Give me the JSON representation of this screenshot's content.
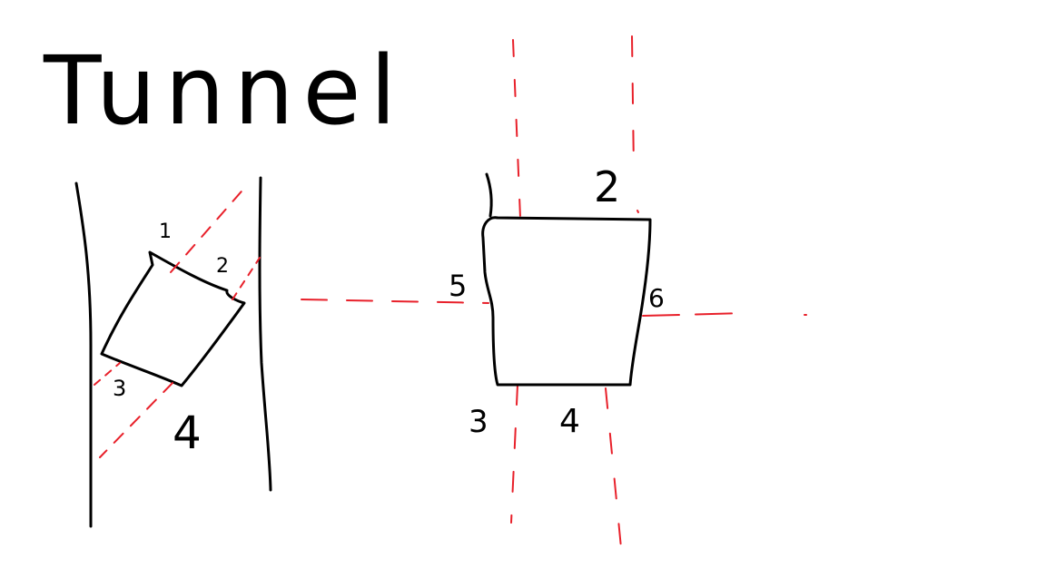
{
  "title": "Tunnel",
  "left_diagram": {
    "labels": [
      "1",
      "2",
      "3",
      "4"
    ]
  },
  "right_diagram": {
    "labels": [
      "2",
      "5",
      "6",
      "3",
      "4"
    ]
  },
  "colors": {
    "ink": "#000000",
    "guide": "#e8202a",
    "background": "#ffffff"
  }
}
